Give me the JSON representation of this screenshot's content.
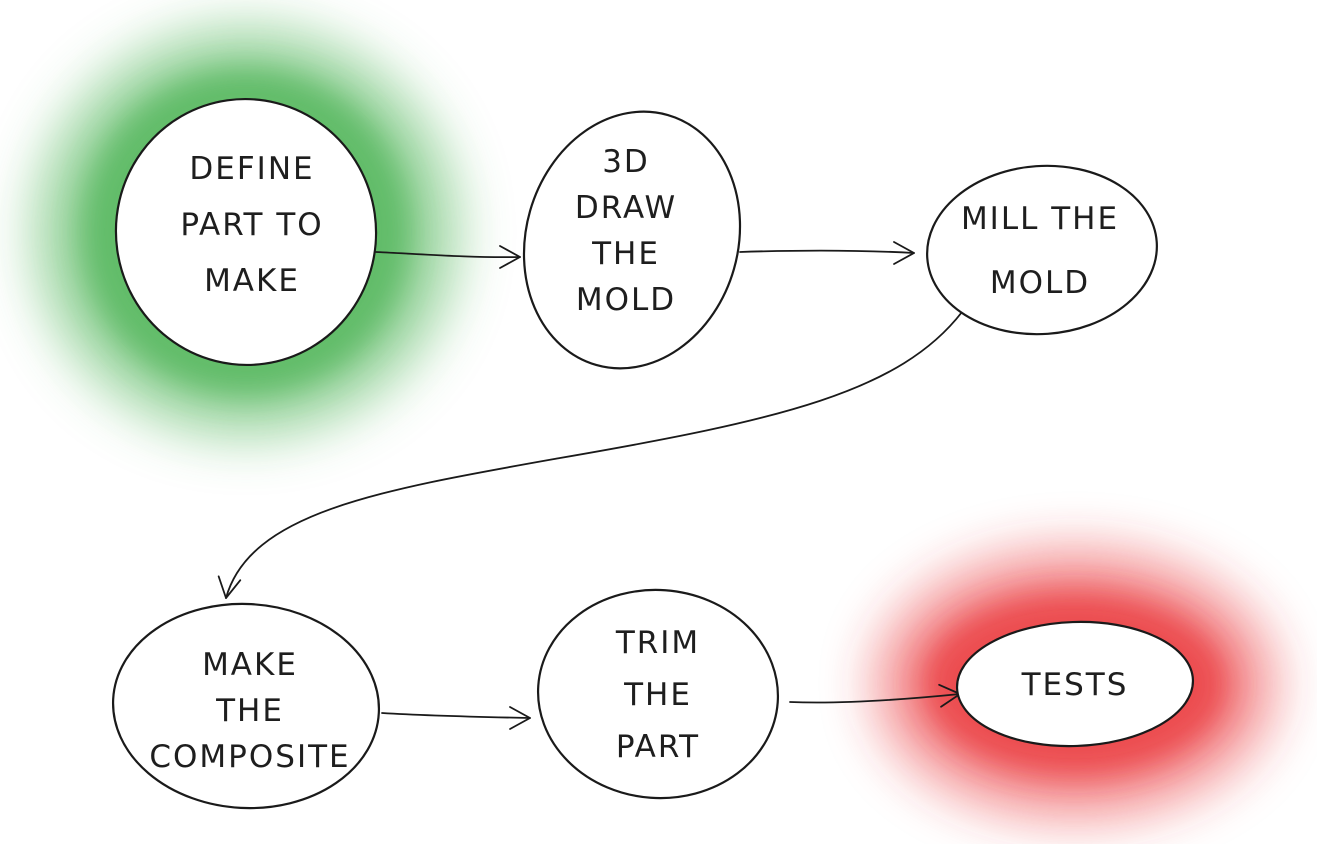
{
  "diagram": {
    "type": "flowchart",
    "style": "hand-drawn sketch",
    "colors": {
      "ink": "#1a1a1a",
      "start_glow": "#3fae4a",
      "end_glow": "#e8262b",
      "background": "#ffffff"
    },
    "nodes": [
      {
        "id": "define",
        "lines": [
          "DEFINE",
          "PART TO",
          "MAKE"
        ],
        "highlight": "start_glow"
      },
      {
        "id": "draw",
        "lines": [
          "3D",
          "DRAW",
          "THE",
          "MOLD"
        ],
        "highlight": null
      },
      {
        "id": "mill",
        "lines": [
          "MILL THE",
          "MOLD"
        ],
        "highlight": null
      },
      {
        "id": "composite",
        "lines": [
          "MAKE",
          "THE",
          "COMPOSITE"
        ],
        "highlight": null
      },
      {
        "id": "trim",
        "lines": [
          "TRIM",
          "THE",
          "PART"
        ],
        "highlight": null
      },
      {
        "id": "tests",
        "lines": [
          "TESTS"
        ],
        "highlight": "end_glow"
      }
    ],
    "edges": [
      {
        "from": "define",
        "to": "draw"
      },
      {
        "from": "draw",
        "to": "mill"
      },
      {
        "from": "mill",
        "to": "composite"
      },
      {
        "from": "composite",
        "to": "trim"
      },
      {
        "from": "trim",
        "to": "tests"
      }
    ]
  }
}
